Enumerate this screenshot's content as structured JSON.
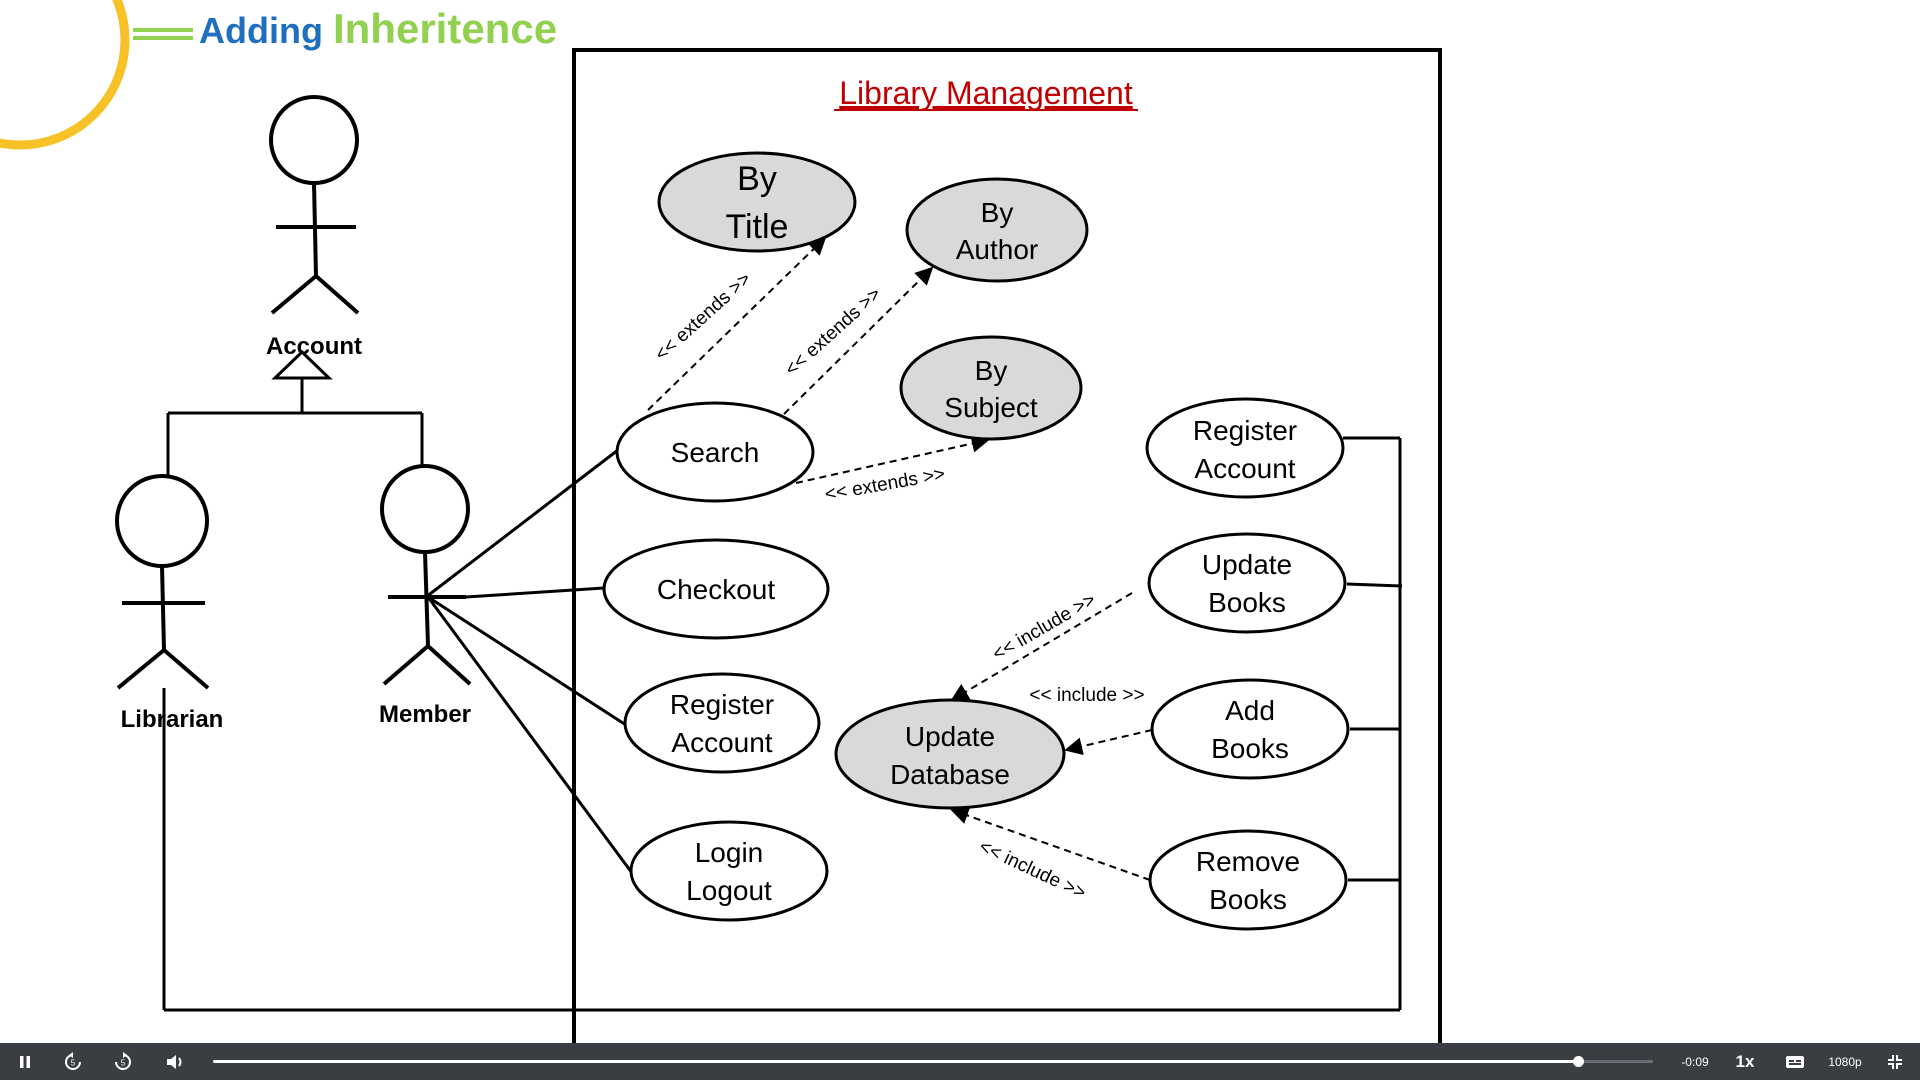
{
  "slide": {
    "heading_prefix": "Adding",
    "heading_main": "Inheritence",
    "system_title": "Library Management",
    "colors": {
      "accent_yellow": "#f6c227",
      "accent_green": "#92d050",
      "heading_blue": "#1f6fbf",
      "title_red": "#c00000",
      "use_case_grey": "#d9d9d9"
    }
  },
  "actors": {
    "account": "Account",
    "librarian": "Librarian",
    "member": "Member"
  },
  "use_cases": {
    "by_title": [
      "By",
      "Title"
    ],
    "by_author": [
      "By",
      "Author"
    ],
    "by_subject": [
      "By",
      "Subject"
    ],
    "search": [
      "Search"
    ],
    "checkout": [
      "Checkout"
    ],
    "register_account_member": [
      "Register",
      "Account"
    ],
    "login_logout": [
      "Login",
      "Logout"
    ],
    "register_account_librarian": [
      "Register",
      "Account"
    ],
    "update_books": [
      "Update",
      "Books"
    ],
    "add_books": [
      "Add",
      "Books"
    ],
    "remove_books": [
      "Remove",
      "Books"
    ],
    "update_database": [
      "Update",
      "Database"
    ]
  },
  "relations": {
    "extends": "<< extends >>",
    "include": "<< include >>"
  },
  "player": {
    "icons": {
      "pause": "pause-icon",
      "rewind": "rewind-icon",
      "forward": "forward-icon",
      "volume": "volume-icon",
      "captions": "captions-icon",
      "fullscreen": "exit-fullscreen-icon"
    },
    "progress": 0.948,
    "time_remaining": "-0:09",
    "speed": "1x",
    "quality": "1080p"
  }
}
